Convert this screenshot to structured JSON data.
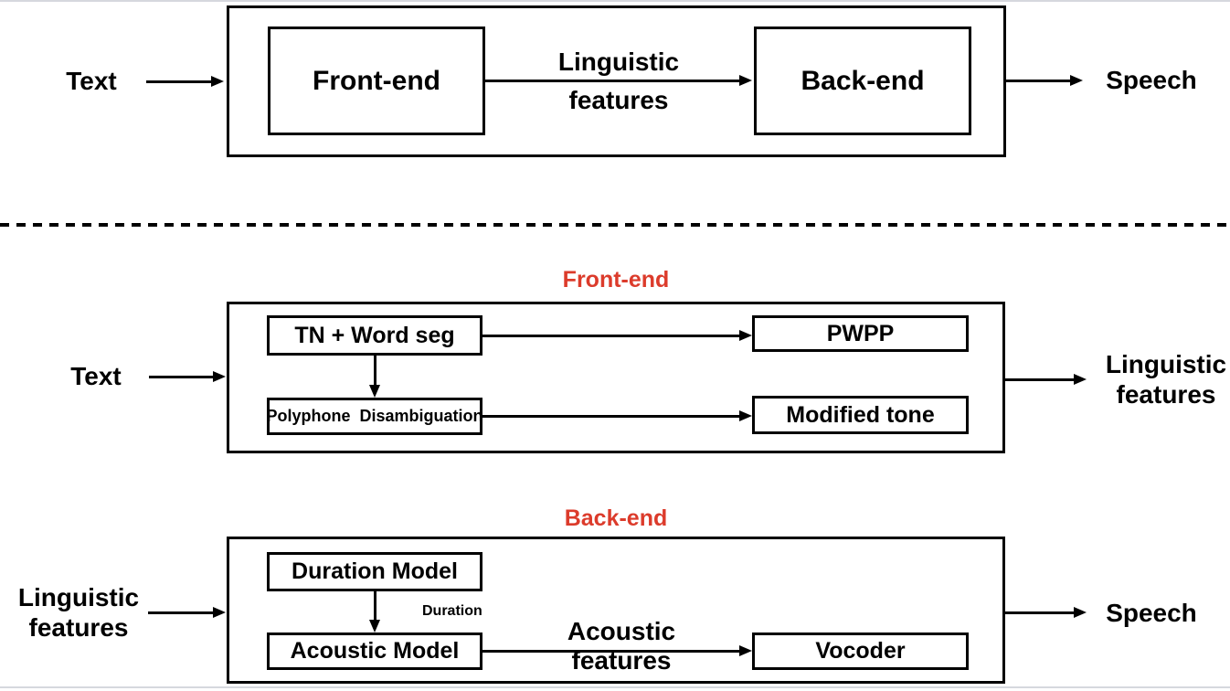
{
  "colors": {
    "accent_red": "#dc3b2b",
    "line_black": "#000000",
    "edge_gray": "#d6d8de"
  },
  "overview": {
    "input_label": "Text",
    "frontend_box_label": "Front-end",
    "mid_label_line1": "Linguistic",
    "mid_label_line2": "features",
    "backend_box_label": "Back-end",
    "output_label": "Speech"
  },
  "frontend_detail": {
    "title": "Front-end",
    "input_label": "Text",
    "boxes": {
      "tn_word_seg": "TN + Word seg",
      "polyphone": "Polyphone  Disambiguation",
      "pwpp": "PWPP",
      "modified_tone": "Modified tone"
    },
    "output_line1": "Linguistic",
    "output_line2": "features"
  },
  "backend_detail": {
    "title": "Back-end",
    "input_line1": "Linguistic",
    "input_line2": "features",
    "boxes": {
      "duration_model": "Duration Model",
      "acoustic_model": "Acoustic Model",
      "vocoder": "Vocoder"
    },
    "duration_arrow_label": "Duration",
    "acoustic_features_line1": "Acoustic",
    "acoustic_features_line2": "features",
    "output_label": "Speech"
  }
}
